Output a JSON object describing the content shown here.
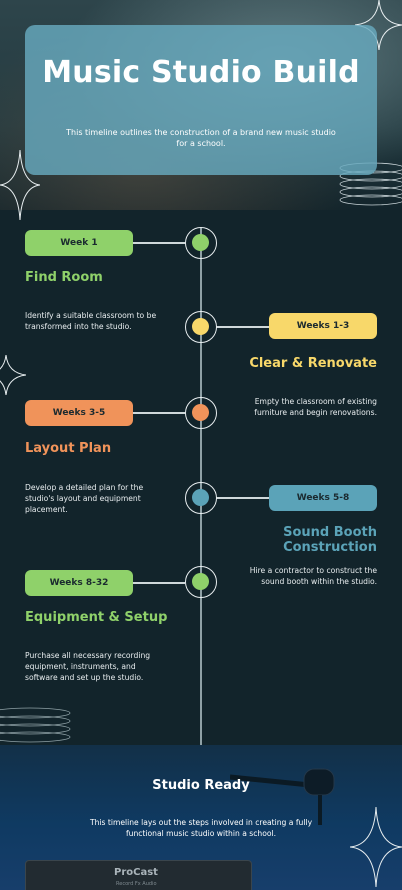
{
  "header": {
    "title": "Music Studio Build",
    "subtitle": "This timeline outlines the construction of a brand new music studio for a school."
  },
  "milestones": [
    {
      "period": "Week 1",
      "title": "Find Room",
      "description": "Identify a suitable classroom to be transformed into the studio.",
      "color": "#8fd16a"
    },
    {
      "period": "Weeks 1-3",
      "title": "Clear & Renovate",
      "description": "Empty the classroom of existing furniture and begin renovations.",
      "color": "#f8d86a"
    },
    {
      "period": "Weeks 3-5",
      "title": "Layout Plan",
      "description": "Develop a detailed plan for the studio's layout and equipment placement.",
      "color": "#f0935a"
    },
    {
      "period": "Weeks 5-8",
      "title": "Sound Booth Construction",
      "description": "Hire a contractor to construct the sound booth within the studio.",
      "color": "#5ba3b8"
    },
    {
      "period": "Weeks 8-32",
      "title": "Equipment & Setup",
      "description": "Purchase all necessary recording equipment, instruments, and software and set up the studio.",
      "color": "#8fd16a"
    }
  ],
  "footer": {
    "title": "Studio Ready",
    "description": "This timeline lays out the steps involved in creating a fully functional music studio within a school.",
    "device_brand": "ProCast",
    "device_sub": "Record Fx Audio"
  }
}
